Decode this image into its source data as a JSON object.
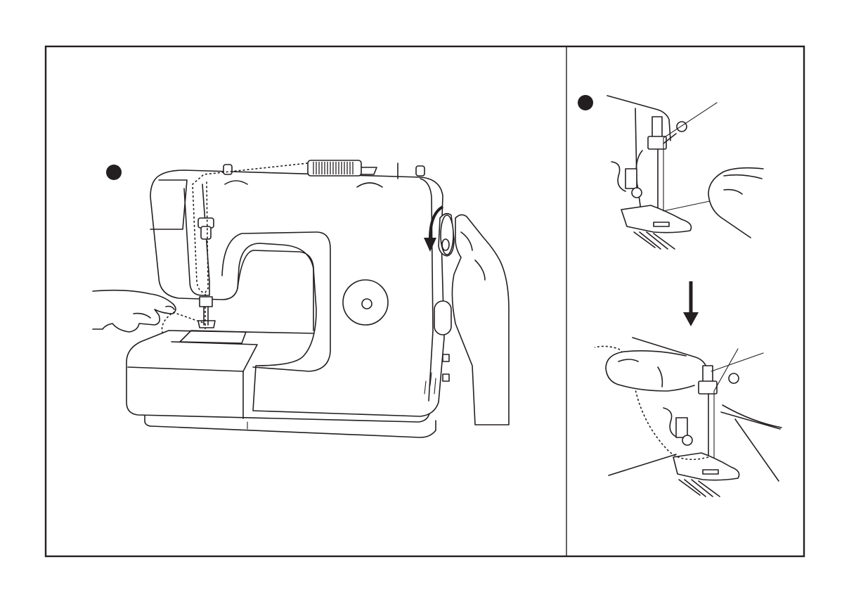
{
  "figure": {
    "panels": [
      {
        "id": "main",
        "step_marker": "filled-circle",
        "content": "sewing-machine-threading"
      },
      {
        "id": "detail",
        "step_marker": "filled-circle",
        "content": "presser-foot-needle-thread"
      }
    ],
    "colors": {
      "ink": "#231f20",
      "paper": "#ffffff"
    },
    "icons": [
      "step-dot-icon",
      "arrow-down-icon",
      "handwheel-arrow-icon"
    ]
  }
}
